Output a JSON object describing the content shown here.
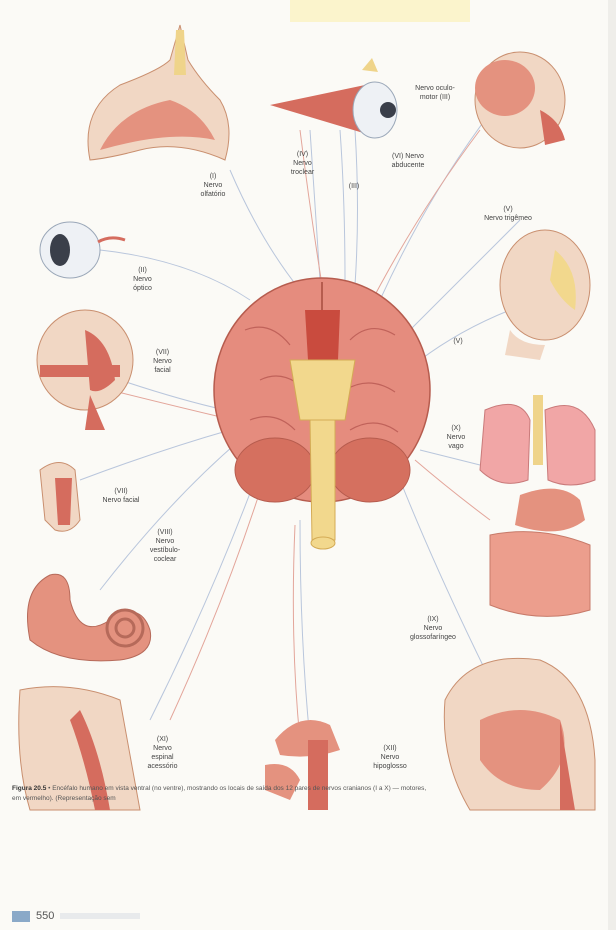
{
  "labels": {
    "olfatorio": "(I)\nNervo\nolfatório",
    "optico": "(II)\nNervo\nóptico",
    "oculomotor": "Nervo oculo-\nmotor (III)",
    "troclear": "(IV)\nNervo\ntroclear",
    "abducente": "(VI) Nervo\nabducente",
    "trigemeo": "(V)\nNervo trigêmeo",
    "trigemeo_short": "(V)",
    "facial_top": "(VII)\nNervo\nfacial",
    "facial_bottom": "(VII)\nNervo facial",
    "vestibulo": "(VIII)\nNervo\nvestíbulo-\ncoclear",
    "vago": "(X)\nNervo\nvago",
    "glosso": "(IX)\nNervo\nglossofaríngeo",
    "acessorio": "(XI)\nNervo\nespinal\nacessório",
    "hipoglosso": "(XII)\nNervo\nhipoglosso",
    "iii_small": "(III)"
  },
  "caption": {
    "figure": "Figura 20.5",
    "text": " • Encéfalo humano em vista ventral (no ventre), mostrando os locais de saída dos 12 pares de nervos cranianos (I a X) — motores, em vermelho). (Representação sem"
  },
  "page_number": "550",
  "colors": {
    "brain": "#e58c7e",
    "brain_dark": "#c7604f",
    "nerve_yellow": "#efd48a",
    "nerve_line": "#b8c8e0",
    "skin": "#f1d7c4",
    "muscle": "#d56c5e",
    "accent": "#8aa9c8"
  }
}
